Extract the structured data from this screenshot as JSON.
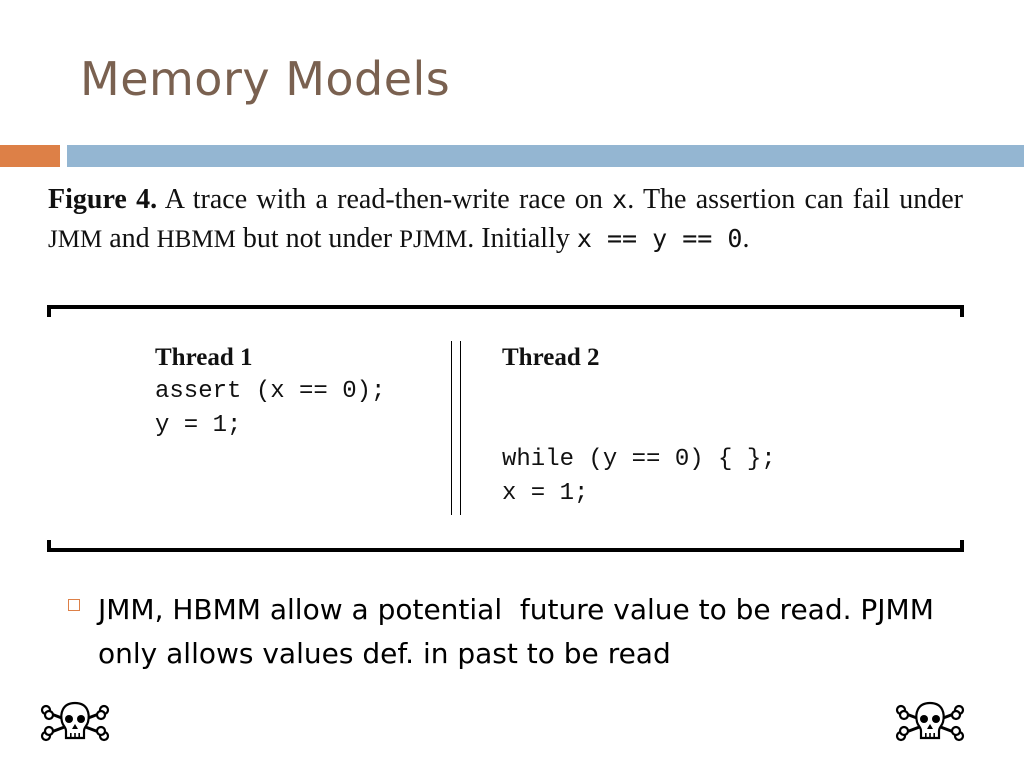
{
  "slide": {
    "title": "Memory Models"
  },
  "figure": {
    "caption": {
      "label": "Figure 4.",
      "part1": " A trace with a read-then-write race on ",
      "var_x": "x",
      "part2": ". The assertion can fail under ",
      "jmm": "JMM",
      "and": " and ",
      "hbmm": "HBMM",
      "but_not": " but not under ",
      "pjmm": "PJMM",
      "part3": ". Initially ",
      "initial": "x == y == 0",
      "end": "."
    },
    "thread1": {
      "heading": "Thread 1",
      "lines": [
        "assert (x == 0);",
        "y = 1;"
      ]
    },
    "thread2": {
      "heading": "Thread 2",
      "lines": [
        "while (y == 0) { };",
        "x = 1;"
      ]
    }
  },
  "bullets": [
    {
      "text": "JMM, HBMM allow a potential  future value to be read. PJMM only allows values def. in past to be read"
    }
  ],
  "decorations": {
    "footer_icons": [
      "skull-crossbones-icon",
      "skull-crossbones-icon"
    ]
  },
  "colors": {
    "title": "#7a6150",
    "accent_orange": "#dd8047",
    "accent_blue": "#94b6d2"
  }
}
